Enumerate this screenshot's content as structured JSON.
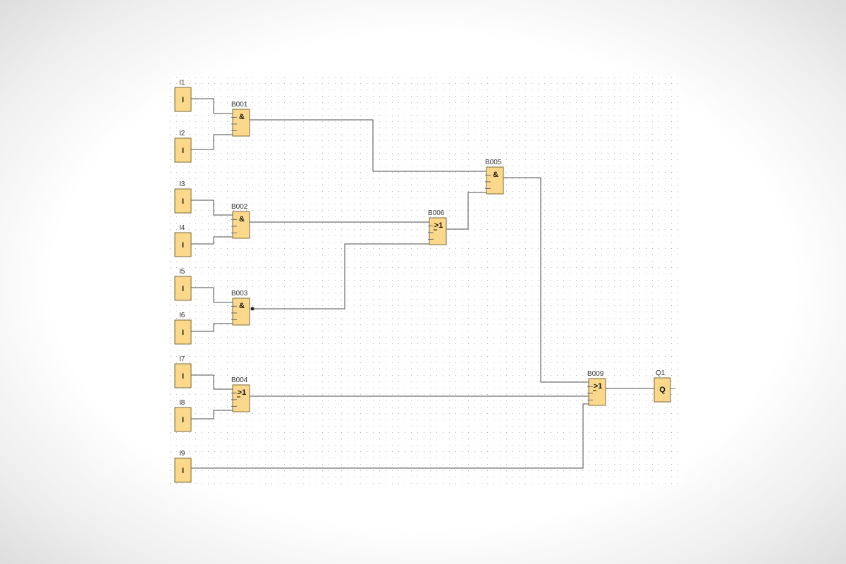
{
  "colors": {
    "block_fill": "#fcd98a",
    "block_border": "#7a6a3c",
    "wire": "#4d4d4d",
    "grid_dot": "#b5b5b5",
    "canvas": "#ffffff"
  },
  "inputs": [
    {
      "id": "I1",
      "label": "I1",
      "symbol": "I"
    },
    {
      "id": "I2",
      "label": "I2",
      "symbol": "I"
    },
    {
      "id": "I3",
      "label": "I3",
      "symbol": "I"
    },
    {
      "id": "I4",
      "label": "I4",
      "symbol": "I"
    },
    {
      "id": "I5",
      "label": "I5",
      "symbol": "I"
    },
    {
      "id": "I6",
      "label": "I6",
      "symbol": "I"
    },
    {
      "id": "I7",
      "label": "I7",
      "symbol": "I"
    },
    {
      "id": "I8",
      "label": "I8",
      "symbol": "I"
    },
    {
      "id": "I9",
      "label": "I9",
      "symbol": "I"
    }
  ],
  "gates": [
    {
      "id": "B001",
      "label": "B001",
      "symbol": "&"
    },
    {
      "id": "B002",
      "label": "B002",
      "symbol": "&"
    },
    {
      "id": "B003",
      "label": "B003",
      "symbol": "&"
    },
    {
      "id": "B004",
      "label": "B004",
      "symbol": ">1"
    },
    {
      "id": "B005",
      "label": "B005",
      "symbol": "&"
    },
    {
      "id": "B006",
      "label": "B006",
      "symbol": ">1"
    },
    {
      "id": "B009",
      "label": "B009",
      "symbol": ">1"
    }
  ],
  "outputs": [
    {
      "id": "Q1",
      "label": "Q1",
      "symbol": "Q"
    }
  ],
  "connections": [
    {
      "from": "I1",
      "to": "B001"
    },
    {
      "from": "I2",
      "to": "B001"
    },
    {
      "from": "I3",
      "to": "B002"
    },
    {
      "from": "I4",
      "to": "B002"
    },
    {
      "from": "I5",
      "to": "B003"
    },
    {
      "from": "I6",
      "to": "B003"
    },
    {
      "from": "I7",
      "to": "B004"
    },
    {
      "from": "I8",
      "to": "B004"
    },
    {
      "from": "B001",
      "to": "B005"
    },
    {
      "from": "B002",
      "to": "B006"
    },
    {
      "from": "B003",
      "to": "B006"
    },
    {
      "from": "B006",
      "to": "B005"
    },
    {
      "from": "B005",
      "to": "B009"
    },
    {
      "from": "B004",
      "to": "B009"
    },
    {
      "from": "I9",
      "to": "B009"
    },
    {
      "from": "B009",
      "to": "Q1"
    }
  ]
}
